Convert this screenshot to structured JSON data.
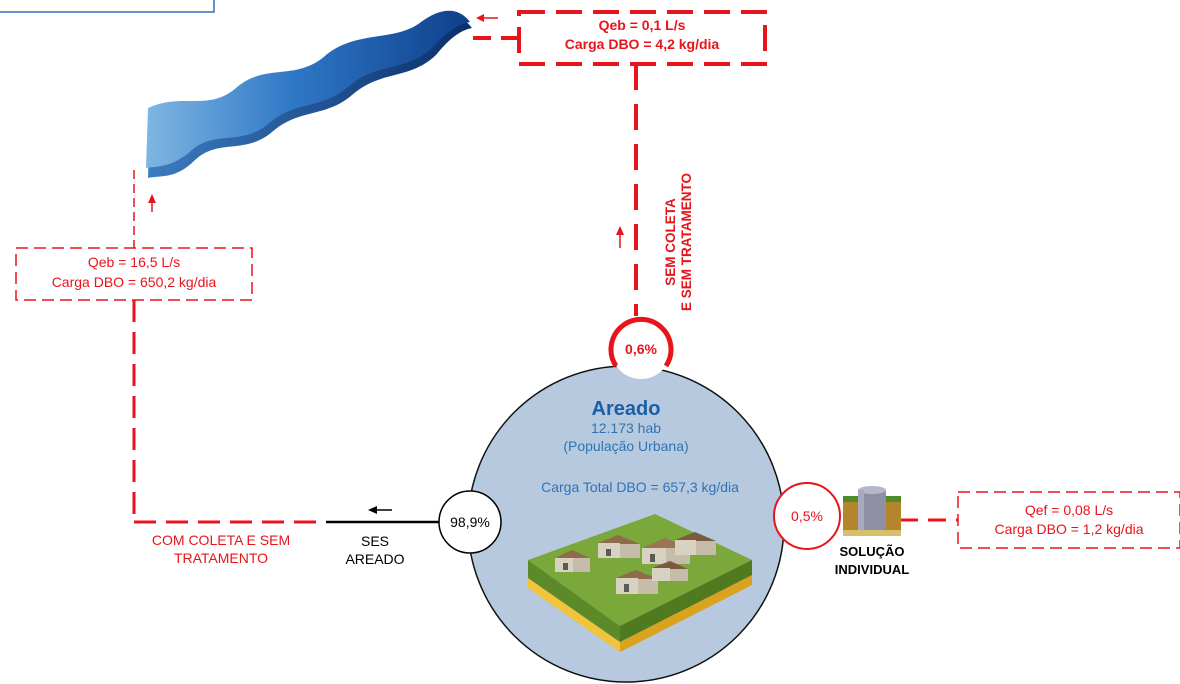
{
  "city": {
    "name": "Areado",
    "population": "12.173 hab",
    "population_note": "(População Urbana)",
    "total_load": "Carga Total DBO = 657,3 kg/dia"
  },
  "top_box": {
    "line1": "Qeb = 0,1 L/s",
    "line2": "Carga DBO = 4,2 kg/dia"
  },
  "left_box": {
    "line1": "Qeb = 16,5 L/s",
    "line2": "Carga DBO = 650,2 kg/dia"
  },
  "right_box": {
    "line1": "Qef = 0,08 L/s",
    "line2": "Carga DBO = 1,2 kg/dia"
  },
  "vertical_label": {
    "line1": "SEM COLETA",
    "line2": "E SEM TRATAMENTO"
  },
  "bottom_left_label": {
    "line1": "COM COLETA E SEM",
    "line2": "TRATAMENTO"
  },
  "ses_label": {
    "line1": "SES",
    "line2": "AREADO"
  },
  "individual_label": {
    "line1": "SOLUÇÃO",
    "line2": "INDIVIDUAL"
  },
  "percentages": {
    "top": "0,6%",
    "left": "98,9%",
    "right": "0,5%"
  },
  "colors": {
    "red": "#e8141b",
    "circle_fill": "#b7c9df",
    "river": "#1f5fa8",
    "title_blue": "#1a5ea8",
    "text_blue": "#2e74b5"
  }
}
